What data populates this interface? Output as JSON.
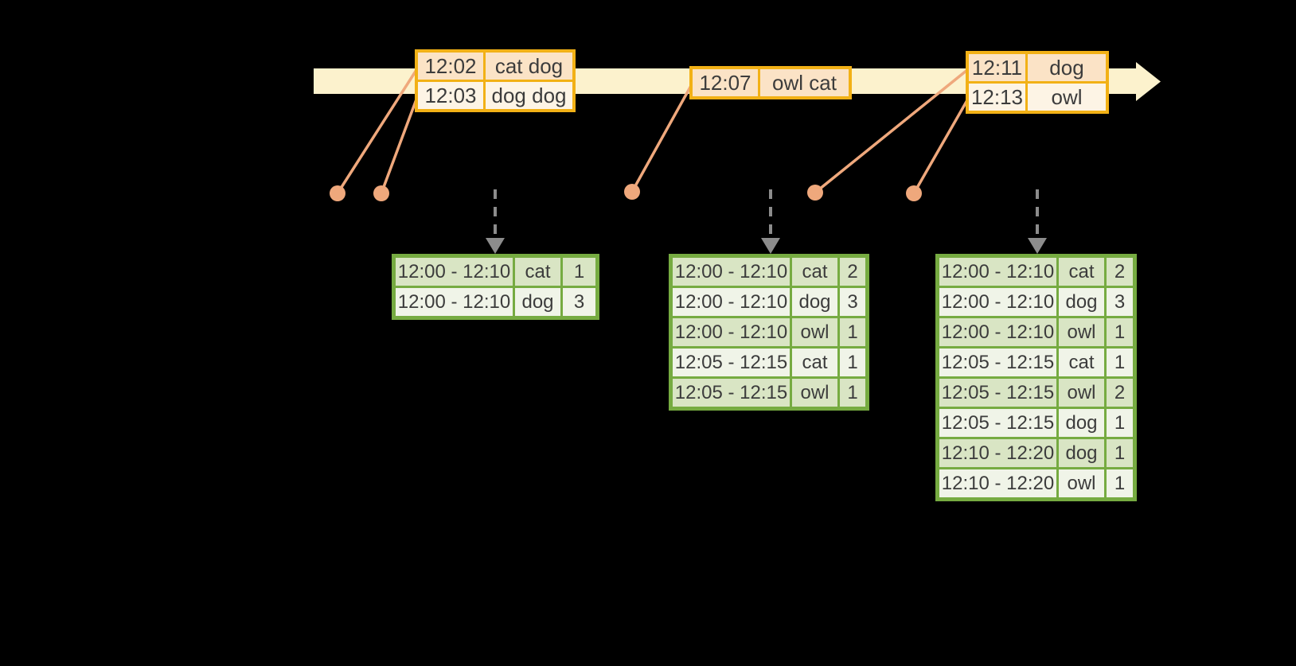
{
  "colors": {
    "background": "#000000",
    "band": "#FCF2CD",
    "event_border": "#F2B116",
    "event_row_dark": "#FBE3C6",
    "event_row_light": "#FDF4E5",
    "marker": "#EFA87C",
    "trigger_arrow": "#8C8C8C",
    "result_border": "#76AB41",
    "result_row_dark": "#D9E5C4",
    "result_row_light": "#F0F4E8",
    "cell_text": "#3C3C3C"
  },
  "timeline": {
    "event_tables": [
      {
        "rows": [
          {
            "time": "12:02",
            "words": "cat dog"
          },
          {
            "time": "12:03",
            "words": "dog dog"
          }
        ]
      },
      {
        "rows": [
          {
            "time": "12:07",
            "words": "owl cat"
          }
        ]
      },
      {
        "rows": [
          {
            "time": "12:11",
            "words": "dog"
          },
          {
            "time": "12:13",
            "words": "owl"
          }
        ]
      }
    ]
  },
  "result_tables": [
    {
      "rows": [
        {
          "window": "12:00 - 12:10",
          "word": "cat",
          "count": "1"
        },
        {
          "window": "12:00 - 12:10",
          "word": "dog",
          "count": "3"
        }
      ]
    },
    {
      "rows": [
        {
          "window": "12:00 - 12:10",
          "word": "cat",
          "count": "2"
        },
        {
          "window": "12:00 - 12:10",
          "word": "dog",
          "count": "3"
        },
        {
          "window": "12:00 - 12:10",
          "word": "owl",
          "count": "1"
        },
        {
          "window": "12:05 - 12:15",
          "word": "cat",
          "count": "1"
        },
        {
          "window": "12:05 - 12:15",
          "word": "owl",
          "count": "1"
        }
      ]
    },
    {
      "rows": [
        {
          "window": "12:00 - 12:10",
          "word": "cat",
          "count": "2"
        },
        {
          "window": "12:00 - 12:10",
          "word": "dog",
          "count": "3"
        },
        {
          "window": "12:00 - 12:10",
          "word": "owl",
          "count": "1"
        },
        {
          "window": "12:05 - 12:15",
          "word": "cat",
          "count": "1"
        },
        {
          "window": "12:05 - 12:15",
          "word": "owl",
          "count": "2"
        },
        {
          "window": "12:05 - 12:15",
          "word": "dog",
          "count": "1"
        },
        {
          "window": "12:10 - 12:20",
          "word": "dog",
          "count": "1"
        },
        {
          "window": "12:10 - 12:20",
          "word": "owl",
          "count": "1"
        }
      ]
    }
  ]
}
